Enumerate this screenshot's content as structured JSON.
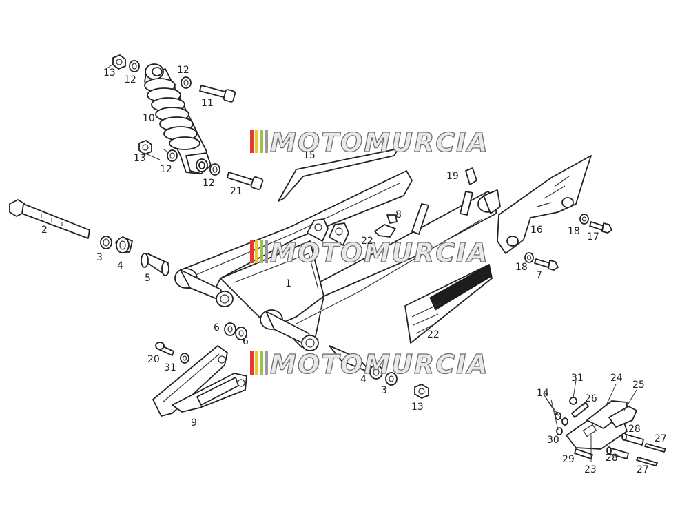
{
  "watermark": {
    "text": "MOTOMURCIA",
    "stripe_colors": [
      "#e23b35",
      "#f2c230",
      "#9ac34a"
    ]
  },
  "callouts": [
    {
      "id": "c13a",
      "text": "13"
    },
    {
      "id": "c12a",
      "text": "12"
    },
    {
      "id": "c12b",
      "text": "12"
    },
    {
      "id": "c11",
      "text": "11"
    },
    {
      "id": "c10",
      "text": "10"
    },
    {
      "id": "c13b",
      "text": "13"
    },
    {
      "id": "c12c",
      "text": "12"
    },
    {
      "id": "c12d",
      "text": "12"
    },
    {
      "id": "c21",
      "text": "21"
    },
    {
      "id": "c15",
      "text": "15"
    },
    {
      "id": "c19",
      "text": "19"
    },
    {
      "id": "c8",
      "text": "8"
    },
    {
      "id": "c22a",
      "text": "22"
    },
    {
      "id": "c2",
      "text": "2"
    },
    {
      "id": "c3a",
      "text": "3"
    },
    {
      "id": "c4a",
      "text": "4"
    },
    {
      "id": "c5",
      "text": "5"
    },
    {
      "id": "c1",
      "text": "1"
    },
    {
      "id": "c16",
      "text": "16"
    },
    {
      "id": "c18a",
      "text": "18"
    },
    {
      "id": "c17",
      "text": "17"
    },
    {
      "id": "c18b",
      "text": "18"
    },
    {
      "id": "c7",
      "text": "7"
    },
    {
      "id": "c6a",
      "text": "6"
    },
    {
      "id": "c6b",
      "text": "6"
    },
    {
      "id": "c22b",
      "text": "22"
    },
    {
      "id": "c20",
      "text": "20"
    },
    {
      "id": "c31a",
      "text": "31"
    },
    {
      "id": "c9",
      "text": "9"
    },
    {
      "id": "c4b",
      "text": "4"
    },
    {
      "id": "c3b",
      "text": "3"
    },
    {
      "id": "c13c",
      "text": "13"
    },
    {
      "id": "c31b",
      "text": "31"
    },
    {
      "id": "c24",
      "text": "24"
    },
    {
      "id": "c14",
      "text": "14"
    },
    {
      "id": "c26",
      "text": "26"
    },
    {
      "id": "c25",
      "text": "25"
    },
    {
      "id": "c28a",
      "text": "28"
    },
    {
      "id": "c27a",
      "text": "27"
    },
    {
      "id": "c30",
      "text": "30"
    },
    {
      "id": "c29",
      "text": "29"
    },
    {
      "id": "c28b",
      "text": "28"
    },
    {
      "id": "c23",
      "text": "23"
    },
    {
      "id": "c27b",
      "text": "27"
    }
  ]
}
